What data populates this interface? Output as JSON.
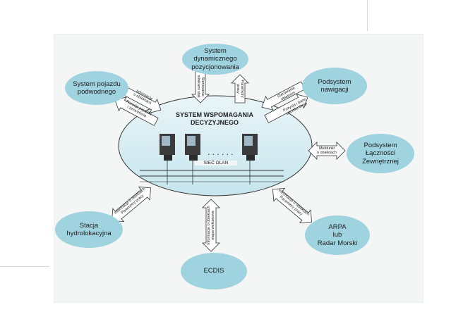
{
  "center": {
    "title": "SYSTEM WSPOMAGANIA\nDECYZYJNEGO",
    "network": "SIEĆ OLAN",
    "dots": "......"
  },
  "nodes": {
    "dp": "System dynamicznego\npozycjonowania",
    "underwater": "System pojazdu\npodwodnego",
    "navigation": "Podsystem\nnawigacji",
    "comms": "Podsystem\nŁączności\nZewnętrznej",
    "sonar": "Stacja hydrolokacyjna",
    "arpa": "ARPA\nlub\nRadar Morski",
    "ecdis": "ECDIS"
  },
  "arrow_labels": {
    "dp_down": "Sterowanie\nsilnikami stał.",
    "dp_up": "Parametry\npracy",
    "underwater_1": "Informacje\no obiektach",
    "underwater_2": "Pozycja pojazdu\ni zezwolenia",
    "navigation_1": "Sterowanie\nobiektem",
    "navigation_2": "Pozycja i dane\nodcinku drogi",
    "comms": "Meldunki\no obiektach",
    "sonar": "Informacje o obiektach\nParametry pracy",
    "arpa": "Informacje o obiektach\nParametry pracy",
    "ecdis": "Informacje o obiektach\nmapa wektorowa"
  },
  "colors": {
    "node_fill": "#9fd3df",
    "ellipse_fill": "#d4ecf2",
    "arrow_fill": "#ffffff",
    "stroke": "#333333"
  }
}
